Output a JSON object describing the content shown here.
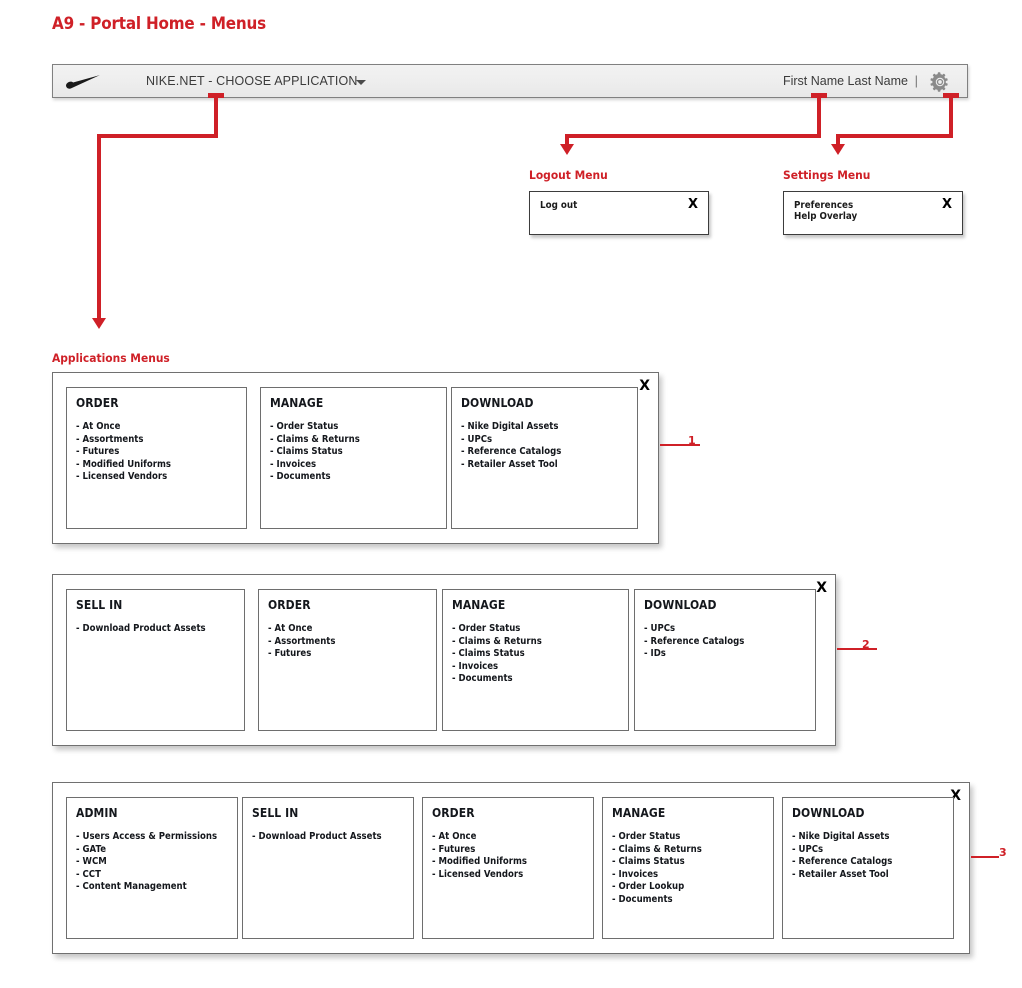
{
  "page": {
    "title": "A9 - Portal Home - Menus",
    "accent_color": "#cf2027",
    "text_color": "#14171c"
  },
  "top_nav": {
    "logo": "nike-swoosh-logo",
    "app_label": "NIKE.NET - CHOOSE APPLICATION",
    "caret": "chevron-down-icon",
    "user_name": "First Name Last Name",
    "separator": "|",
    "settings_icon": "gear-icon"
  },
  "logout_menu": {
    "label": "Logout Menu",
    "close": "X",
    "items": [
      "Log out"
    ]
  },
  "settings_menu": {
    "label": "Settings Menu",
    "close": "X",
    "items": [
      "Preferences",
      "Help Overlay"
    ]
  },
  "applications_menus": {
    "label": "Applications Menus",
    "panels": [
      {
        "callout": "1",
        "close": "X",
        "columns": [
          {
            "title": "ORDER",
            "items": [
              "- At Once",
              "- Assortments",
              "- Futures",
              "- Modified Uniforms",
              "- Licensed Vendors"
            ]
          },
          {
            "title": "MANAGE",
            "items": [
              "- Order Status",
              "- Claims & Returns",
              "- Claims Status",
              "- Invoices",
              "- Documents"
            ]
          },
          {
            "title": "DOWNLOAD",
            "items": [
              "- Nike Digital Assets",
              "- UPCs",
              "- Reference Catalogs",
              "- Retailer Asset Tool"
            ]
          }
        ]
      },
      {
        "callout": "2",
        "close": "X",
        "columns": [
          {
            "title": "SELL IN",
            "items": [
              "- Download Product Assets"
            ]
          },
          {
            "title": "ORDER",
            "items": [
              "- At Once",
              "- Assortments",
              "- Futures"
            ]
          },
          {
            "title": "MANAGE",
            "items": [
              "- Order Status",
              "- Claims & Returns",
              "- Claims Status",
              "- Invoices",
              "- Documents"
            ]
          },
          {
            "title": "DOWNLOAD",
            "items": [
              "- UPCs",
              "- Reference Catalogs",
              "- IDs"
            ]
          }
        ]
      },
      {
        "callout": "3",
        "close": "X",
        "columns": [
          {
            "title": "ADMIN",
            "items": [
              "- Users Access & Permissions",
              "- GATe",
              "- WCM",
              "- CCT",
              "- Content Management"
            ]
          },
          {
            "title": "SELL IN",
            "items": [
              "- Download Product Assets"
            ]
          },
          {
            "title": "ORDER",
            "items": [
              "- At Once",
              "- Futures",
              "- Modified Uniforms",
              "- Licensed Vendors"
            ]
          },
          {
            "title": "MANAGE",
            "items": [
              "- Order Status",
              "- Claims & Returns",
              "- Claims Status",
              "- Invoices",
              "- Order Lookup",
              "- Documents"
            ]
          },
          {
            "title": "DOWNLOAD",
            "items": [
              "- Nike Digital Assets",
              "- UPCs",
              "- Reference Catalogs",
              "- Retailer Asset Tool"
            ]
          }
        ]
      }
    ]
  }
}
